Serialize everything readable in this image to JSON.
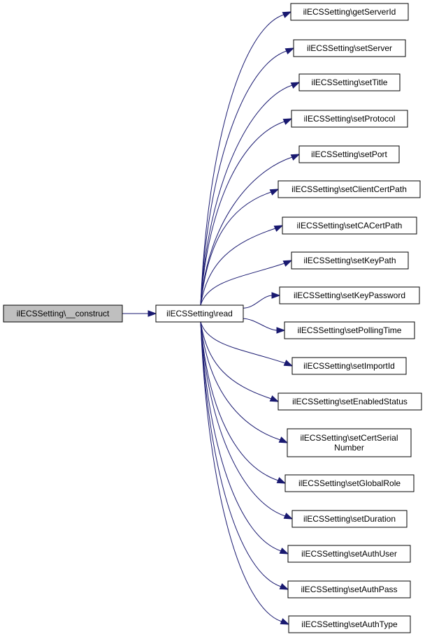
{
  "diagram": {
    "colors": {
      "edge": "#191970",
      "root_fill": "#bfbfbf",
      "node_fill": "#ffffff",
      "node_border": "#000000"
    },
    "root": {
      "label": "ilECSSetting\\__construct"
    },
    "caller": {
      "label": "ilECSSetting\\read"
    },
    "callees": [
      {
        "id": "getServerId",
        "lines": [
          "ilECSSetting\\getServerId"
        ]
      },
      {
        "id": "setServer",
        "lines": [
          "ilECSSetting\\setServer"
        ]
      },
      {
        "id": "setTitle",
        "lines": [
          "ilECSSetting\\setTitle"
        ]
      },
      {
        "id": "setProtocol",
        "lines": [
          "ilECSSetting\\setProtocol"
        ]
      },
      {
        "id": "setPort",
        "lines": [
          "ilECSSetting\\setPort"
        ]
      },
      {
        "id": "setClientCertPath",
        "lines": [
          "ilECSSetting\\setClientCertPath"
        ]
      },
      {
        "id": "setCACertPath",
        "lines": [
          "ilECSSetting\\setCACertPath"
        ]
      },
      {
        "id": "setKeyPath",
        "lines": [
          "ilECSSetting\\setKeyPath"
        ]
      },
      {
        "id": "setKeyPassword",
        "lines": [
          "ilECSSetting\\setKeyPassword"
        ]
      },
      {
        "id": "setPollingTime",
        "lines": [
          "ilECSSetting\\setPollingTime"
        ]
      },
      {
        "id": "setImportId",
        "lines": [
          "ilECSSetting\\setImportId"
        ]
      },
      {
        "id": "setEnabledStatus",
        "lines": [
          "ilECSSetting\\setEnabledStatus"
        ]
      },
      {
        "id": "setCertSerialNumber",
        "lines": [
          "ilECSSetting\\setCertSerial",
          "Number"
        ]
      },
      {
        "id": "setGlobalRole",
        "lines": [
          "ilECSSetting\\setGlobalRole"
        ]
      },
      {
        "id": "setDuration",
        "lines": [
          "ilECSSetting\\setDuration"
        ]
      },
      {
        "id": "setAuthUser",
        "lines": [
          "ilECSSetting\\setAuthUser"
        ]
      },
      {
        "id": "setAuthPass",
        "lines": [
          "ilECSSetting\\setAuthPass"
        ]
      },
      {
        "id": "setAuthType",
        "lines": [
          "ilECSSetting\\setAuthType"
        ]
      }
    ]
  }
}
